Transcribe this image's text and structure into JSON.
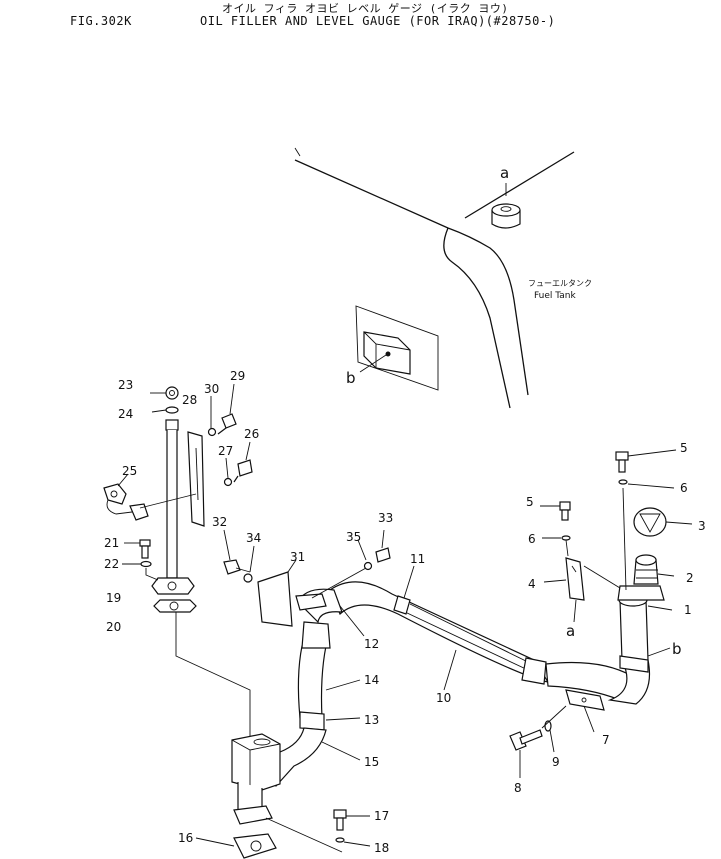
{
  "header": {
    "fig_number": "FIG.302K",
    "title_jp": "オイル フィラ オヨビ レベル ゲージ (イラク ヨウ)",
    "title_en": "OIL FILLER AND LEVEL GAUGE (FOR IRAQ)(#28750-)"
  },
  "tank_labels": {
    "jp": "フューエルタンク",
    "en": "Fuel Tank"
  },
  "callouts": {
    "p1": "1",
    "p2": "2",
    "p3": "3",
    "p4": "4",
    "p5a": "5",
    "p5b": "5",
    "p6a": "6",
    "p6b": "6",
    "p7": "7",
    "p8": "8",
    "p9": "9",
    "p10": "10",
    "p11": "11",
    "p12": "12",
    "p13": "13",
    "p14": "14",
    "p15": "15",
    "p16": "16",
    "p17": "17",
    "p18": "18",
    "p19": "19",
    "p20": "20",
    "p21": "21",
    "p22": "22",
    "p23": "23",
    "p24": "24",
    "p25": "25",
    "p26": "26",
    "p27": "27",
    "p28": "28",
    "p29": "29",
    "p30": "30",
    "p31": "31",
    "p32": "32",
    "p33": "33",
    "p34": "34",
    "p35": "35"
  },
  "refs": {
    "a_top": "a",
    "a_bottom": "a",
    "b_left": "b",
    "b_right": "b"
  }
}
